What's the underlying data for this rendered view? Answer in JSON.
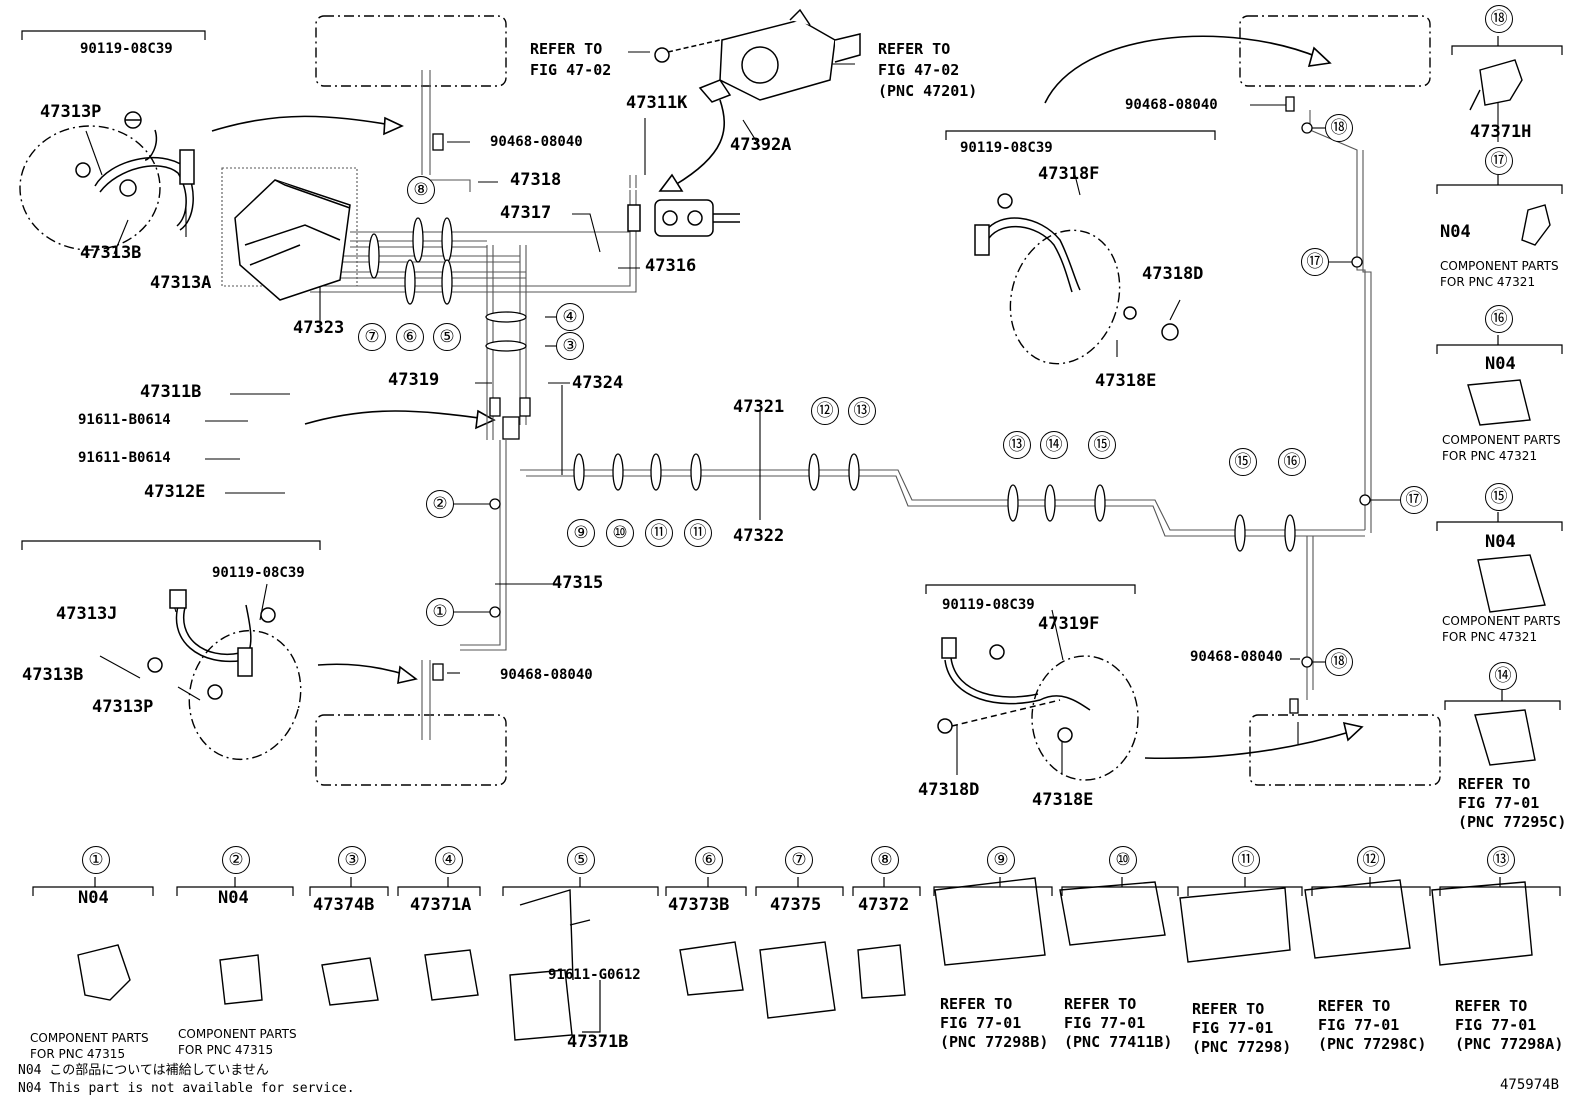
{
  "illustration_code": "475974B",
  "part_labels": {
    "p90119_1": "90119-08C39",
    "p47313P_1": "47313P",
    "p47313B_1": "47313B",
    "p47313A": "47313A",
    "p90468_1": "90468-08040",
    "p47318": "47318",
    "p47317": "47317",
    "p47316": "47316",
    "p47323": "47323",
    "p47311K": "47311K",
    "p47392A": "47392A",
    "p47311B": "47311B",
    "p91611_1": "91611-B0614",
    "p91611_2": "91611-B0614",
    "p47312E": "47312E",
    "p47319": "47319",
    "p47324": "47324",
    "p47321": "47321",
    "p47322": "47322",
    "p47315": "47315",
    "p90119_3": "90119-08C39",
    "p47313J": "47313J",
    "p47313B_2": "47313B",
    "p47313P_2": "47313P",
    "p90468_2": "90468-08040",
    "p90119_2": "90119-08C39",
    "p47318F": "47318F",
    "p47318D_1": "47318D",
    "p47318E_1": "47318E",
    "p90468_3": "90468-08040",
    "p90119_4": "90119-08C39",
    "p47319F": "47319F",
    "p47318D_2": "47318D",
    "p47318E_2": "47318E",
    "p90468_4": "90468-08040",
    "p47371H": "47371H",
    "p47374B": "47374B",
    "p47371A": "47371A",
    "p91611_g": "91611-G0612",
    "p47371B": "47371B",
    "p47373B": "47373B",
    "p47375": "47375",
    "p47372": "47372"
  },
  "refer_labels": {
    "refer_left_1": "REFER TO",
    "refer_left_2": "FIG 47-02",
    "refer_right_1": "REFER TO",
    "refer_right_2": "FIG 47-02",
    "refer_right_3": "(PNC 47201)",
    "r14_1": "REFER TO",
    "r14_2": "FIG 77-01",
    "r14_3": "(PNC 77295C)",
    "b9_1": "REFER TO",
    "b9_2": "FIG 77-01",
    "b9_3": "(PNC 77298B)",
    "b10_1": "REFER TO",
    "b10_2": "FIG 77-01",
    "b10_3": "(PNC 77411B)",
    "b11_1": "REFER TO",
    "b11_2": "FIG 77-01",
    "b11_3": "(PNC 77298)",
    "b12_1": "REFER TO",
    "b12_2": "FIG 77-01",
    "b12_3": "(PNC 77298C)",
    "b13_1": "REFER TO",
    "b13_2": "FIG 77-01",
    "b13_3": "(PNC 77298A)"
  },
  "n04": "N04",
  "component_notes": {
    "c17_1": "COMPONENT PARTS",
    "c17_2": "FOR PNC 47321",
    "c16_1": "COMPONENT PARTS",
    "c16_2": "FOR PNC 47321",
    "c15_1": "COMPONENT PARTS",
    "c15_2": "FOR PNC 47321",
    "c1_1": "COMPONENT PARTS",
    "c1_2": "FOR PNC 47315",
    "c2_1": "COMPONENT PARTS",
    "c2_2": "FOR PNC 47315"
  },
  "footnotes": {
    "jp": "N04 この部品については補給していません",
    "en": "N04 This part is not available for service."
  },
  "circled_numbers": {
    "n1": "①",
    "n2": "②",
    "n3": "③",
    "n4": "④",
    "n5": "⑤",
    "n6": "⑥",
    "n7": "⑦",
    "n8": "⑧",
    "n9": "⑨",
    "n10": "⑩",
    "n11": "⑪",
    "n12": "⑫",
    "n13": "⑬",
    "n14": "⑭",
    "n15": "⑮",
    "n16": "⑯",
    "n17": "⑰",
    "n18": "⑱"
  }
}
